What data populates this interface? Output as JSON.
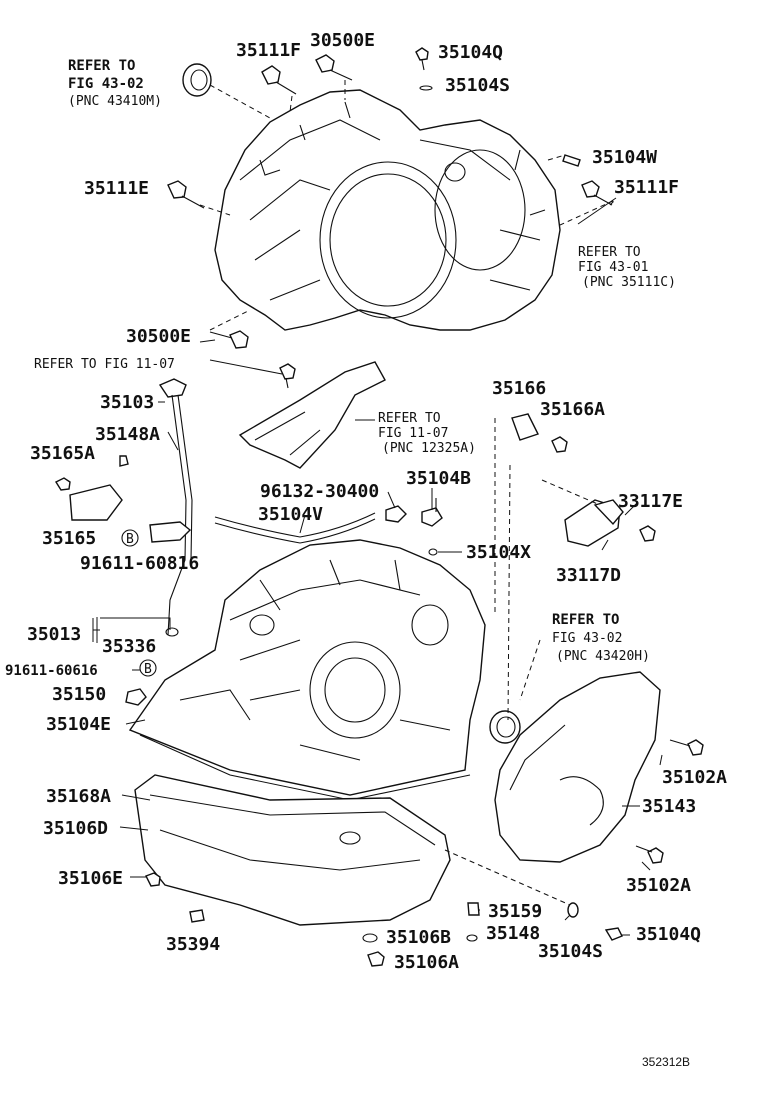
{
  "labels": {
    "l35111F_top": "35111F",
    "l30500E_top": "30500E",
    "l35104Q_top": "35104Q",
    "l35104S_top": "35104S",
    "l35104W": "35104W",
    "l35111F_right": "35111F",
    "l35111E": "35111E",
    "l30500E_low": "30500E",
    "l35103": "35103",
    "l35148A": "35148A",
    "l35165A": "35165A",
    "l35165": "35165",
    "l91611_60816": "91611-60816",
    "l35166": "35166",
    "l35166A": "35166A",
    "l96132_30400": "96132-30400",
    "l35104V": "35104V",
    "l35104B": "35104B",
    "l35104X": "35104X",
    "l33117E": "33117E",
    "l33117D": "33117D",
    "l35013": "35013",
    "l35336": "35336",
    "l91611_60616": "91611-60616",
    "l35150": "35150",
    "l35104E": "35104E",
    "l35168A": "35168A",
    "l35106D": "35106D",
    "l35106E": "35106E",
    "l35394": "35394",
    "l35159": "35159",
    "l35106B": "35106B",
    "l35148": "35148",
    "l35106A": "35106A",
    "l35104S_bot": "35104S",
    "l35104Q_bot": "35104Q",
    "l35102A_top": "35102A",
    "l35143": "35143",
    "l35102A_bot": "35102A",
    "bolt_B1": "B",
    "bolt_B2": "B"
  },
  "refs": {
    "ref1_l1": "REFER TO",
    "ref1_l2": "FIG 43-02",
    "ref1_l3": "(PNC 43410M)",
    "ref2_l1": "REFER TO",
    "ref2_l2": "FIG 43-01",
    "ref2_l3": "(PNC 35111C)",
    "ref3": "REFER TO FIG 11-07",
    "ref4_l1": "REFER TO",
    "ref4_l2": "FIG 11-07",
    "ref4_l3": "(PNC 12325A)",
    "ref5_l1": "REFER TO",
    "ref5_l2": "FIG 43-02",
    "ref5_l3": "(PNC 43420H)"
  },
  "diagram_id": "352312B"
}
